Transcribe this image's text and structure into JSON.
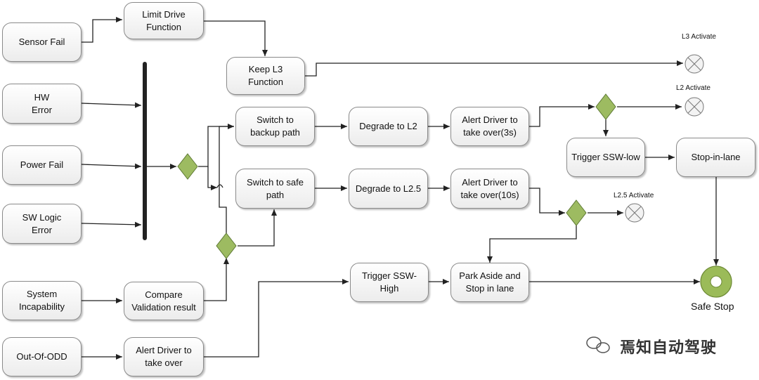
{
  "nodes": {
    "sensor_fail": "Sensor Fail",
    "limit_drive": "Limit Drive\nFunction",
    "keep_l3": "Keep L3\nFunction",
    "hw_error": "HW\nError",
    "power_fail": "Power Fail",
    "sw_logic": "SW Logic\nError",
    "system_incap": "System\nIncapability",
    "compare_valid": "Compare\nValidation result",
    "out_of_odd": "Out-Of-ODD",
    "alert_takeover": "Alert Driver to\ntake over",
    "switch_backup": "Switch to\nbackup path",
    "switch_safe": "Switch to safe\npath",
    "degrade_l2": "Degrade to L2",
    "degrade_l25": "Degrade to L2.5",
    "alert_3s": "Alert Driver to\ntake over(3s)",
    "alert_10s": "Alert Driver to\ntake over(10s)",
    "trigger_low": "Trigger SSW-low",
    "stop_in_lane": "Stop-in-lane",
    "trigger_high": "Trigger SSW-\nHigh",
    "park_aside": "Park Aside and\nStop in lane"
  },
  "labels": {
    "l3_activate": "L3 Activate",
    "l2_activate": "L2 Activate",
    "l25_activate": "L2.5 Activate",
    "safe_stop": "Safe Stop"
  },
  "watermark": "焉知自动驾驶",
  "colors": {
    "decision_fill": "#9dbb61",
    "decision_stroke": "#5f7a35",
    "safe_stop_fill": "#9bbb59",
    "line": "#222222"
  }
}
